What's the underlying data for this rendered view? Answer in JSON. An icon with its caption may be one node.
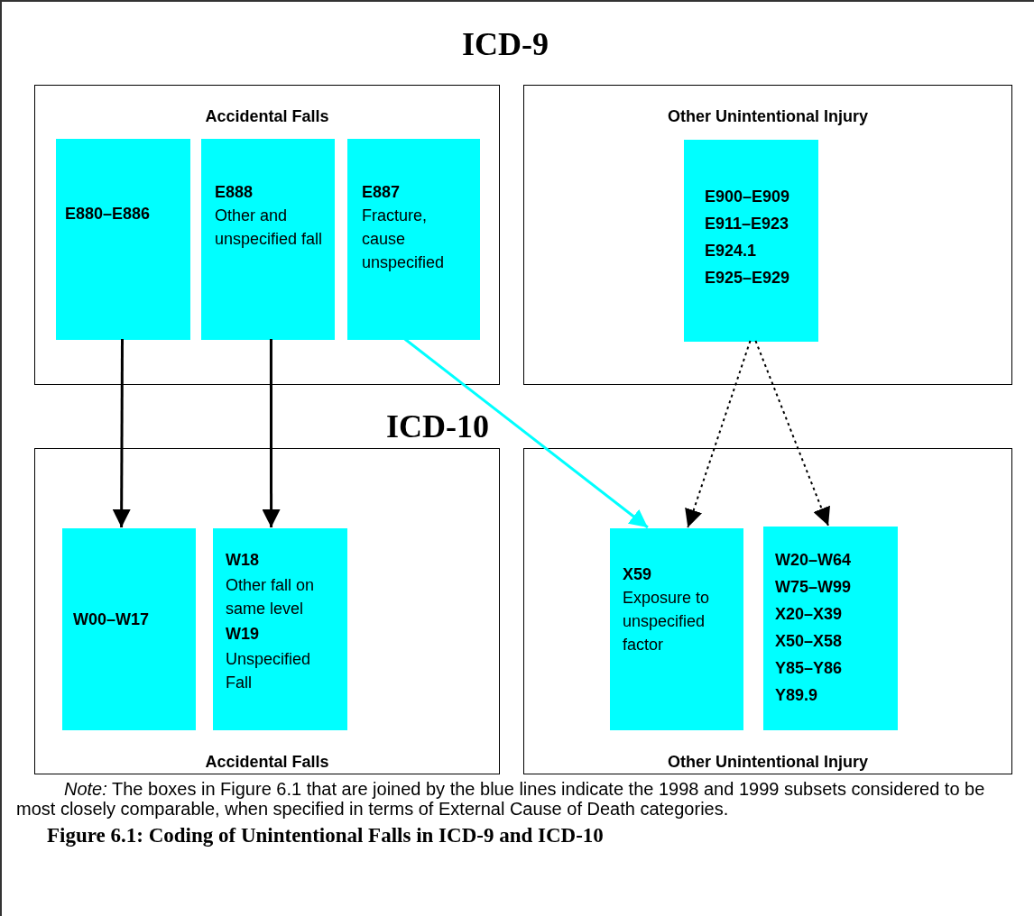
{
  "diagram": {
    "caption": "Figure 6.1: Coding of Unintentional Falls in ICD-9 and ICD-10",
    "nodes": [
      {
        "text": [
          "Accidental Falls"
        ]
      },
      {
        "text": [
          "E880–E886"
        ],
        "in": 0
      },
      {
        "text": [
          "E888",
          "Other and unspecified fall"
        ],
        "in": 0
      },
      {
        "text": [
          "E887",
          "Fracture, cause unspecified"
        ],
        "in": 0
      },
      {
        "text": [
          "Other Unintentional Injury"
        ]
      },
      {
        "text": [
          "E900–E909",
          "E911–E923",
          "E924.1",
          "E925–E929"
        ],
        "in": 4
      },
      {
        "text": [
          "Accidental Falls"
        ]
      },
      {
        "text": [
          "W00–W17"
        ],
        "in": 6
      },
      {
        "text": [
          "W18",
          "Other fall on same level",
          "W19",
          "Unspecified Fall"
        ],
        "in": 6
      },
      {
        "text": [
          "Other Unintentional Injury"
        ]
      },
      {
        "text": [
          "X59",
          "Exposure to unspecified factor"
        ],
        "in": 9
      },
      {
        "text": [
          "W20–W64",
          "W75–W99",
          "X20–X39",
          "X50–X58",
          "Y85–Y86",
          "Y89.9"
        ],
        "in": 9
      }
    ],
    "edges": [
      {
        "from": 1,
        "to": 7,
        "arrow": "to"
      },
      {
        "from": 2,
        "to": 8,
        "arrow": "to"
      },
      {
        "from": 3,
        "to": 10,
        "arrow": "to",
        "color": "#00ffff"
      },
      {
        "from": 5,
        "to": 10,
        "arrow": "to",
        "style": "dashed"
      },
      {
        "from": 5,
        "to": 11,
        "arrow": "to",
        "style": "dashed"
      }
    ],
    "labels": [
      "ICD-9",
      "ICD-10",
      "*Note:* The boxes in Figure 6.1 that are joined by the blue lines indicate the 1998 and 1999 subsets considered to be most closely comparable, when specified in terms of External Cause of Death categories."
    ]
  }
}
